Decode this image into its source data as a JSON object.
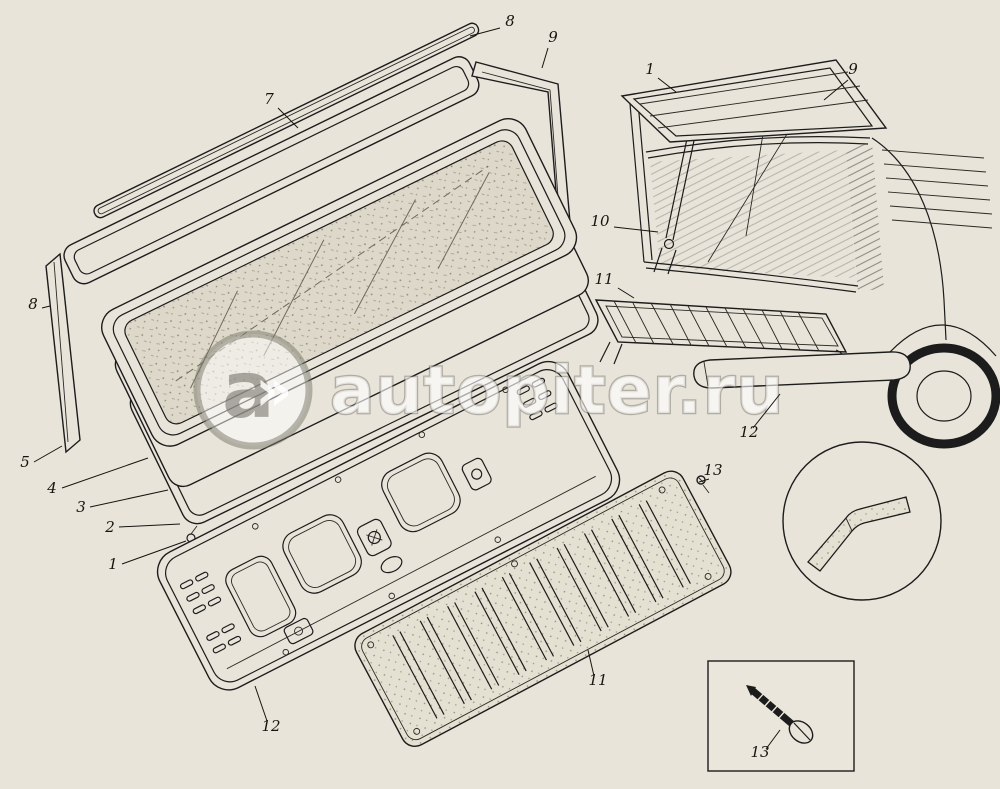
{
  "diagram": {
    "subject": "tailgate exploded parts diagram",
    "background": "#e8e4da",
    "line_color": "#1c1c1c"
  },
  "watermark": {
    "logo_letter": "a",
    "logo_arrows": "»",
    "text": "autopiter.ru",
    "fill": "rgba(255,255,255,0.62)"
  },
  "callouts": [
    {
      "id": "seal-outer-top",
      "label": "8"
    },
    {
      "id": "seal-right",
      "label": "9"
    },
    {
      "id": "frame-outer",
      "label": "7"
    },
    {
      "id": "lid",
      "label": "1"
    },
    {
      "id": "lid-seal",
      "label": "9"
    },
    {
      "id": "hinge-strut",
      "label": "10"
    },
    {
      "id": "platform",
      "label": "11"
    },
    {
      "id": "seal-left",
      "label": "8"
    },
    {
      "id": "strip-left-end",
      "label": "5"
    },
    {
      "id": "frame-corner-a",
      "label": "4"
    },
    {
      "id": "frame-corner-b",
      "label": "3"
    },
    {
      "id": "frame-corner-c",
      "label": "2"
    },
    {
      "id": "clip",
      "label": "1"
    },
    {
      "id": "bumper",
      "label": "12"
    },
    {
      "id": "screw-upper",
      "label": "13"
    },
    {
      "id": "trim-board",
      "label": "11"
    },
    {
      "id": "inner-panel",
      "label": "12"
    },
    {
      "id": "screw-detail",
      "label": "13"
    }
  ]
}
